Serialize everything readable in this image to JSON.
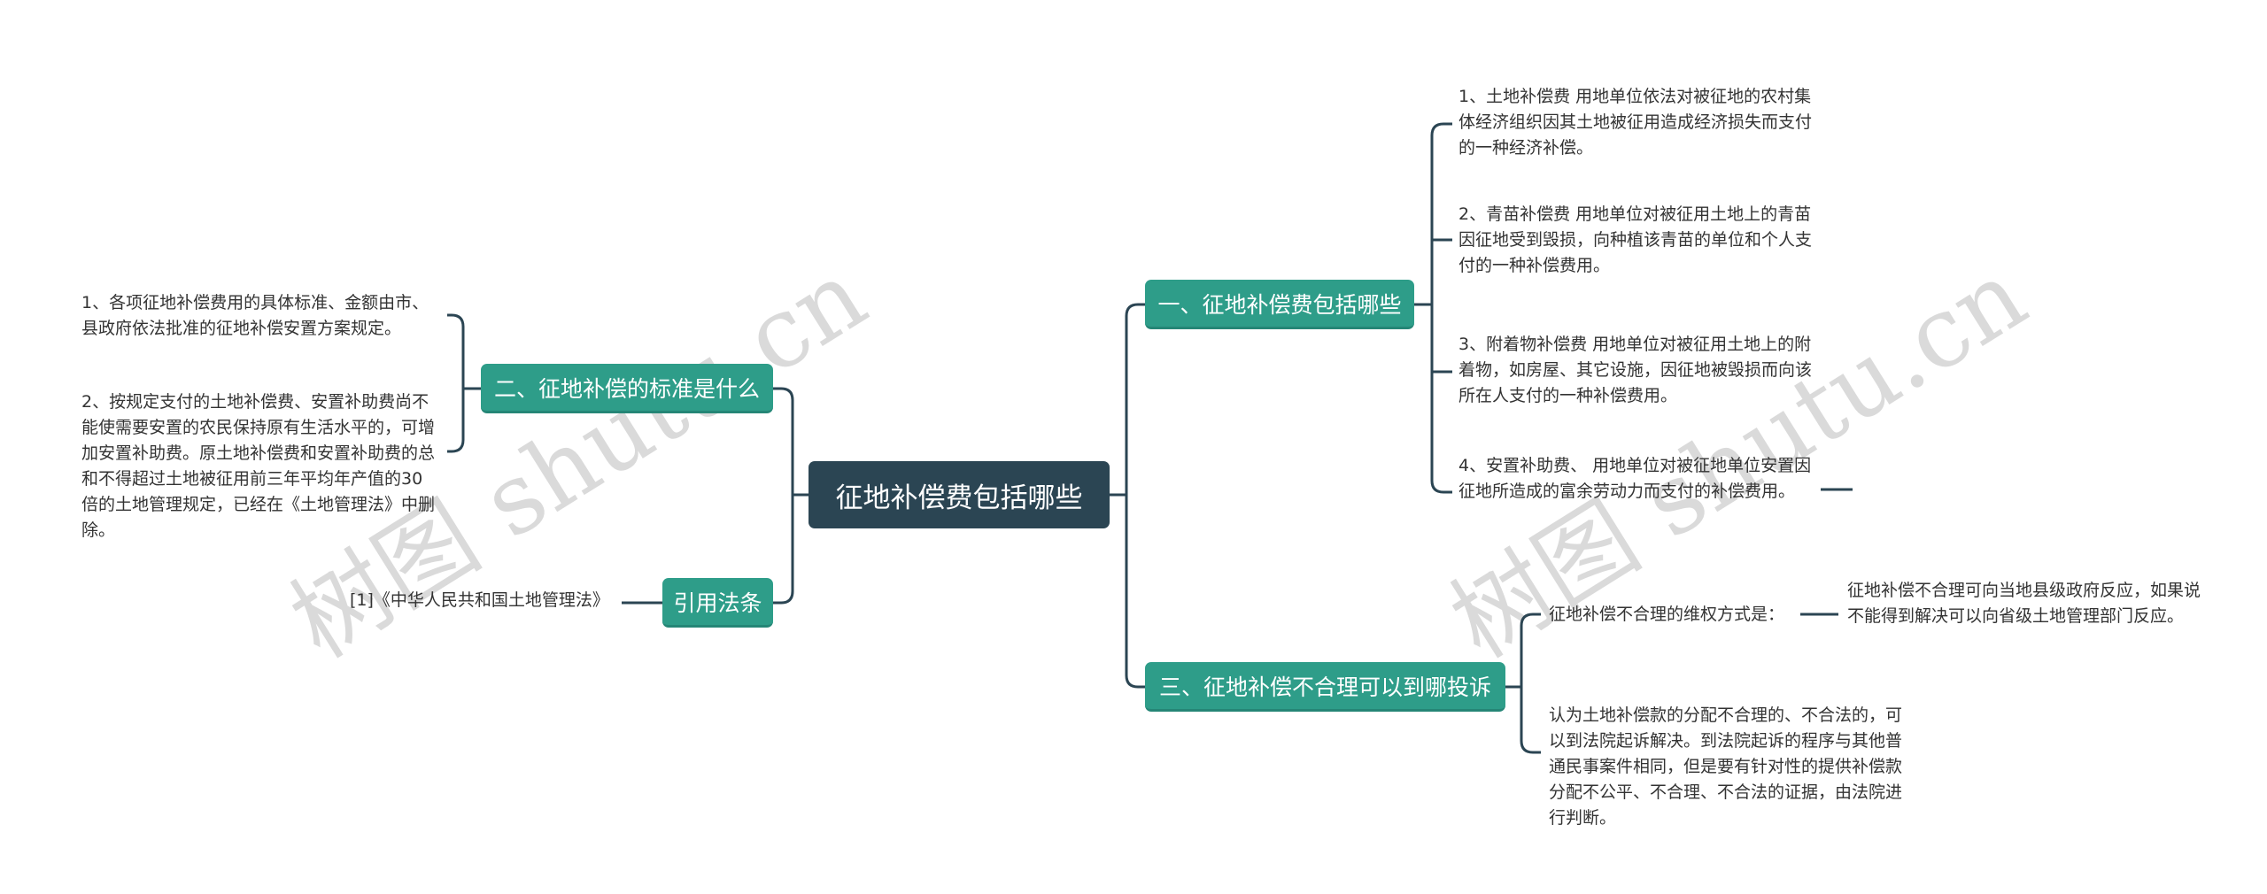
{
  "center": {
    "label": "征地补偿费包括哪些"
  },
  "right": [
    {
      "label": "一、征地补偿费包括哪些",
      "children": [
        "1、土地补偿费 用地单位依法对被征地的农村集体经济组织因其土地被征用造成经济损失而支付的一种经济补偿。",
        "2、青苗补偿费 用地单位对被征用土地上的青苗因征地受到毁损，向种植该青苗的单位和个人支付的一种补偿费用。",
        "3、附着物补偿费 用地单位对被征用土地上的附着物，如房屋、其它设施，因征地被毁损而向该所在人支付的一种补偿费用。",
        "4、安置补助费、 用地单位对被征地单位安置因征地所造成的富余劳动力而支付的补偿费用。"
      ]
    },
    {
      "label": "三、征地补偿不合理可以到哪投诉",
      "children": [
        {
          "text": "征地补偿不合理的维权方式是：",
          "child": "征地补偿不合理可向当地县级政府反应，如果说不能得到解决可以向省级土地管理部门反应。"
        },
        {
          "text": "认为土地补偿款的分配不合理的、不合法的，可以到法院起诉解决。到法院起诉的程序与其他普通民事案件相同，但是要有针对性的提供补偿款分配不公平、不合理、不合法的证据，由法院进行判断。"
        }
      ]
    }
  ],
  "left": [
    {
      "label": "二、征地补偿的标准是什么",
      "children": [
        "1、各项征地补偿费用的具体标准、金额由市、县政府依法批准的征地补偿安置方案规定。",
        "2、按规定支付的土地补偿费、安置补助费尚不能使需要安置的农民保持原有生活水平的，可增加安置补助费。原土地补偿费和安置补助费的总和不得超过土地被征用前三年平均年产值的30倍的土地管理规定，已经在《土地管理法》中删除。"
      ]
    },
    {
      "label": "引用法条",
      "children": [
        "[1]《中华人民共和国土地管理法》"
      ]
    }
  ],
  "watermark": "树图 shutu.cn",
  "colors": {
    "center": "#2b4553",
    "branch": "#2e9d89",
    "line": "#2b4553"
  }
}
